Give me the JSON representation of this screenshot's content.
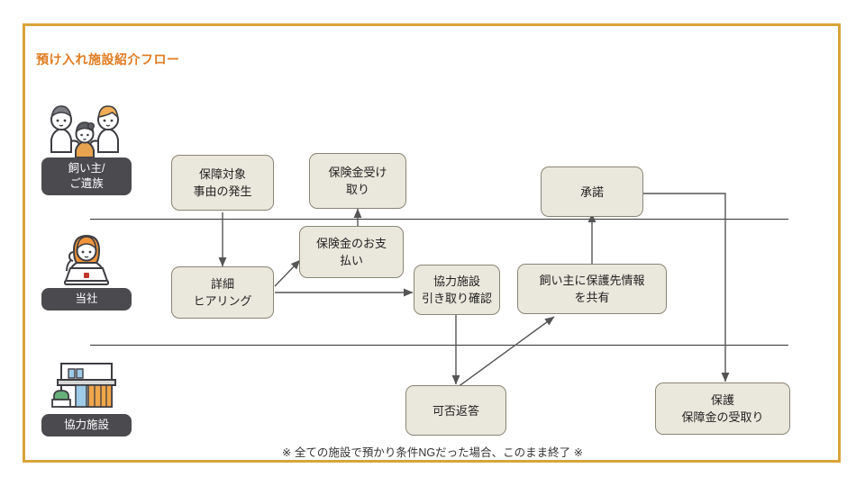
{
  "document": {
    "title": "預け入れ施設紹介フロー",
    "title_color": "#e07b1f",
    "frame_color": "#d9a43a",
    "footnote": "※ 全ての施設で預かり条件NGだった場合、このまま終了 ※"
  },
  "lanes": [
    {
      "id": "owner",
      "label": "飼い主/\nご遺族",
      "icon": "family-icon"
    },
    {
      "id": "company",
      "label": "当社",
      "icon": "operator-icon"
    },
    {
      "id": "partner",
      "label": "協力施設",
      "icon": "building-icon"
    }
  ],
  "nodes": [
    {
      "id": "n1",
      "label": "保障対象\n事由の発生",
      "lane": "owner"
    },
    {
      "id": "n2",
      "label": "保険金受け\n取り",
      "lane": "owner"
    },
    {
      "id": "n3",
      "label": "承諾",
      "lane": "owner"
    },
    {
      "id": "n4",
      "label": "詳細\nヒアリング",
      "lane": "company"
    },
    {
      "id": "n5",
      "label": "保険金のお支\n払い",
      "lane": "company"
    },
    {
      "id": "n6",
      "label": "協力施設\n引き取り確認",
      "lane": "company"
    },
    {
      "id": "n7",
      "label": "飼い主に保護先情報\nを共有",
      "lane": "company"
    },
    {
      "id": "n8",
      "label": "可否返答",
      "lane": "partner"
    },
    {
      "id": "n9",
      "label": "保護\n保障金の受取り",
      "lane": "partner"
    }
  ],
  "style": {
    "node_fill": "#eae7dc",
    "node_stroke": "#8a8575",
    "chip_fill": "#4a4a4f",
    "edge_color": "#555555",
    "lane_line_color": "#333333"
  }
}
